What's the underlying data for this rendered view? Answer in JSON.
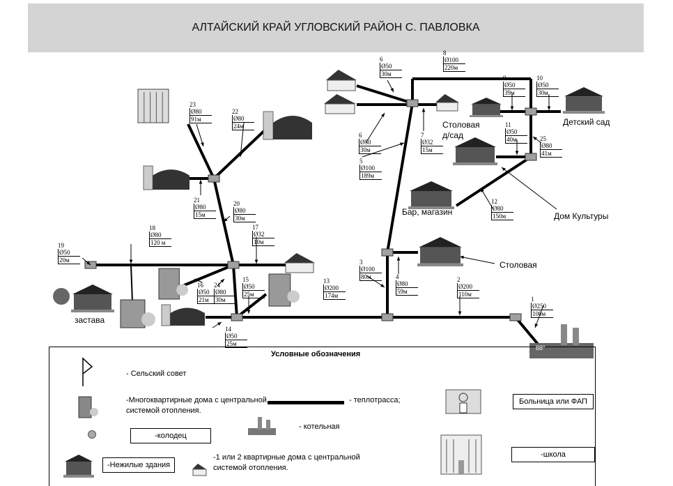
{
  "title": "АЛТАЙСКИЙ КРАЙ УГЛОВСКИЙ  РАЙОН С. ПАВЛОВКА",
  "pipes": [
    {
      "n": "1",
      "d": "Ø250",
      "l": "100м"
    },
    {
      "n": "2",
      "d": "Ø200",
      "l": "110м"
    },
    {
      "n": "3",
      "d": "Ø100",
      "l": "80м"
    },
    {
      "n": "4",
      "d": "Ø80",
      "l": "59м"
    },
    {
      "n": "5",
      "d": "Ø100",
      "l": "189м"
    },
    {
      "n": "6",
      "d": "Ø50",
      "l": "30м"
    },
    {
      "n": "6",
      "d": "Ø50",
      "l": "30м"
    },
    {
      "n": "7",
      "d": "Ø32",
      "l": "15м"
    },
    {
      "n": "8",
      "d": "Ø100",
      "l": "220м"
    },
    {
      "n": "9",
      "d": "Ø50",
      "l": "39м"
    },
    {
      "n": "10",
      "d": "Ø50",
      "l": "30м"
    },
    {
      "n": "11",
      "d": "Ø50",
      "l": "40м"
    },
    {
      "n": "12",
      "d": "Ø80",
      "l": "150м"
    },
    {
      "n": "13",
      "d": "Ø200",
      "l": "174м"
    },
    {
      "n": "14",
      "d": "Ø50",
      "l": "25м"
    },
    {
      "n": "15",
      "d": "Ø50",
      "l": "25м"
    },
    {
      "n": "16",
      "d": "Ø50",
      "l": "21м"
    },
    {
      "n": "17",
      "d": "Ø32",
      "l": "10м"
    },
    {
      "n": "18",
      "d": "Ø80",
      "l": "120 м"
    },
    {
      "n": "19",
      "d": "Ø50",
      "l": "20м"
    },
    {
      "n": "20",
      "d": "Ø80",
      "l": "30м"
    },
    {
      "n": "21",
      "d": "Ø80",
      "l": "15м"
    },
    {
      "n": "22",
      "d": "Ø80",
      "l": "24м"
    },
    {
      "n": "23",
      "d": "Ø80",
      "l": "91м"
    },
    {
      "n": "24",
      "d": "Ø80",
      "l": "30м"
    },
    {
      "n": "25",
      "d": "Ø80",
      "l": "41м"
    }
  ],
  "places": {
    "stolovaya_sad": "Столовая\nд/сад",
    "detsky_sad": "Детский сад",
    "dom_kultury": "Дом Культуры",
    "bar": "Бар, магазин",
    "stolovaya": "Столовая",
    "zastava": "застава",
    "boiler_mark": "88°"
  },
  "legend": {
    "title": "Условные  обозначения",
    "selsovet": "- Сельский совет",
    "multi": "-Многоквартирные дома с центральной\nсистемой отопления.",
    "pipe": "- теплотрасса;",
    "hospital": "Больница или ФАП",
    "boiler": "- котельная",
    "well": "-колодец",
    "nonres": "-Нежилые здания",
    "small": "-1 или 2 квартирные дома с центральной\nсистемой отопления.",
    "school": "-школа"
  },
  "colors": {
    "pipe": "#000000",
    "node": "#a0a0a0",
    "title_bg": "#d4d4d4"
  }
}
